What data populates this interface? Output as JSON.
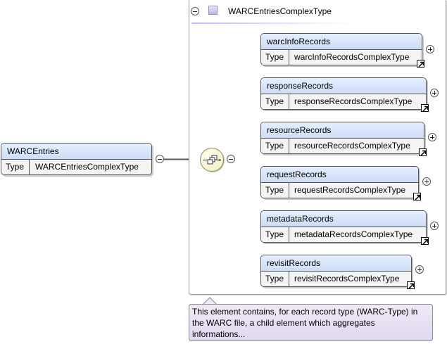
{
  "complex_type": {
    "title": "WARCEntriesComplexType",
    "collapse_toggle": "−"
  },
  "root": {
    "name": "WARCEntries",
    "type_label": "Type",
    "type_value": "WARCEntriesComplexType"
  },
  "children": [
    {
      "name": "warcInfoRecords",
      "type_label": "Type",
      "type_value": "warcInfoRecordsComplexType"
    },
    {
      "name": "responseRecords",
      "type_label": "Type",
      "type_value": "responseRecordsComplexType"
    },
    {
      "name": "resourceRecords",
      "type_label": "Type",
      "type_value": "resourceRecordsComplexType"
    },
    {
      "name": "requestRecords",
      "type_label": "Type",
      "type_value": "requestRecordsComplexType"
    },
    {
      "name": "metadataRecords",
      "type_label": "Type",
      "type_value": "metadataRecordsComplexType"
    },
    {
      "name": "revisitRecords",
      "type_label": "Type",
      "type_value": "revisitRecordsComplexType"
    }
  ],
  "annotation": {
    "text": "This element contains, for each record type (WARC-Type) in the WARC file, a child element which aggregates informations..."
  },
  "colors": {
    "element_header": "#cddcf6",
    "annotation_bg": "#e0d8ef",
    "compositor_bg": "#f2edbe",
    "connector": "#555555"
  },
  "icons": {
    "collapse": "minus-circle-icon",
    "expand": "plus-circle-icon",
    "type_link": "arrow-link-icon",
    "sequence": "sequence-compositor-icon",
    "complex_type": "complex-type-icon"
  }
}
